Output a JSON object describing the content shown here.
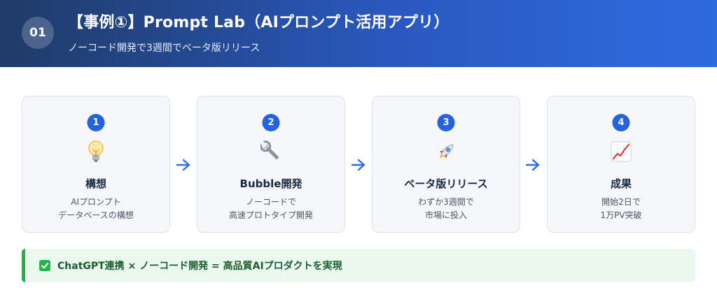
{
  "header": {
    "number": "01",
    "title": "【事例①】Prompt Lab（AIプロンプト活用アプリ）",
    "subtitle": "ノーコード開発で3週間でベータ版リリース"
  },
  "steps": [
    {
      "number": "1",
      "icon": "lightbulb-icon",
      "title": "構想",
      "desc": [
        "AIプロンプト",
        "データベースの構想"
      ]
    },
    {
      "number": "2",
      "icon": "wrench-icon",
      "title": "Bubble開発",
      "desc": [
        "ノーコードで",
        "高速プロトタイプ開発"
      ]
    },
    {
      "number": "3",
      "icon": "rocket-icon",
      "title": "ベータ版リリース",
      "desc": [
        "わずか3週間で",
        "市場に投入"
      ]
    },
    {
      "number": "4",
      "icon": "chart-increasing-icon",
      "title": "成果",
      "desc": [
        "開始2日で",
        "1万PV突破"
      ]
    }
  ],
  "result": {
    "text": "ChatGPT連携 × ノーコード開発 = 高品質AIプロダクトを実現",
    "icon": "check-mark-icon"
  },
  "colors": {
    "header_start": "#1f3b67",
    "header_end": "#2e6be0",
    "step_badge": "#2463dc",
    "arrow": "#2f6fe0",
    "result_bg": "#eaf8ed",
    "result_accent": "#22b14c",
    "result_text": "#1a5e2f"
  }
}
